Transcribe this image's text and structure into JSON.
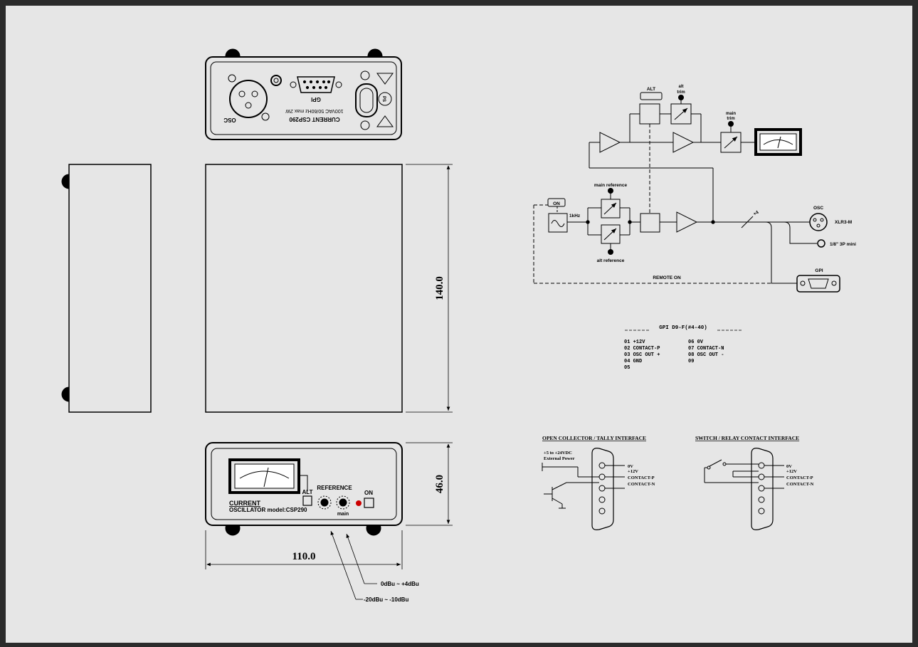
{
  "rear_panel": {
    "gpi_label": "GPI",
    "model_label": "CURRENT CSP290",
    "power_label": "100VAC 50/60Hz max 2W",
    "osc_label": "OSC",
    "ps_label": "PS"
  },
  "side_view": {
    "height_dim": "140.0"
  },
  "front_panel": {
    "brand": "CURRENT",
    "model": "OSCILLATOR model:CSP290",
    "alt_label": "ALT",
    "reference_label": "REFERENCE",
    "main_label": "main",
    "on_label": "ON",
    "height_dim": "46.0",
    "width_dim": "110.0",
    "callout_main": "0dBu ~ +4dBu",
    "callout_alt": "-20dBu ~ -10dBu"
  },
  "block_diagram": {
    "alt_label": "ALT",
    "alt_trim": [
      "alt",
      "trim"
    ],
    "main_trim": [
      "main",
      "trim"
    ],
    "on_label": "ON",
    "freq_label": "1kHz",
    "main_reference": "main reference",
    "alt_reference": "alt reference",
    "level_marker": "+4",
    "osc_label": "OSC",
    "xlr_label": "XLR3-M",
    "mini_label": "1/8\" 3P mini",
    "remote_label": "REMOTE ON",
    "gpi_label": "GPI"
  },
  "gpi_table": {
    "title": "GPI D9-F(#4-40)",
    "left": [
      "01 +12V",
      "02 CONTACT-P",
      "03 OSC OUT +",
      "04 GND",
      "05"
    ],
    "right": [
      "06 0V",
      "07 CONTACT-N",
      "08 OSC OUT -",
      "09"
    ]
  },
  "interfaces": {
    "open_collector": {
      "title": "OPEN COLLECTOR / TALLY INTERFACE",
      "power": [
        "+5 to +24VDC",
        "External Power"
      ],
      "pins": [
        "0V",
        "+12V",
        "CONTACT-P",
        "CONTACT-N"
      ]
    },
    "switch_relay": {
      "title": "SWITCH / RELAY CONTACT INTERFACE",
      "pins": [
        "0V",
        "+12V",
        "CONTACT-P",
        "CONTACT-N"
      ]
    }
  }
}
